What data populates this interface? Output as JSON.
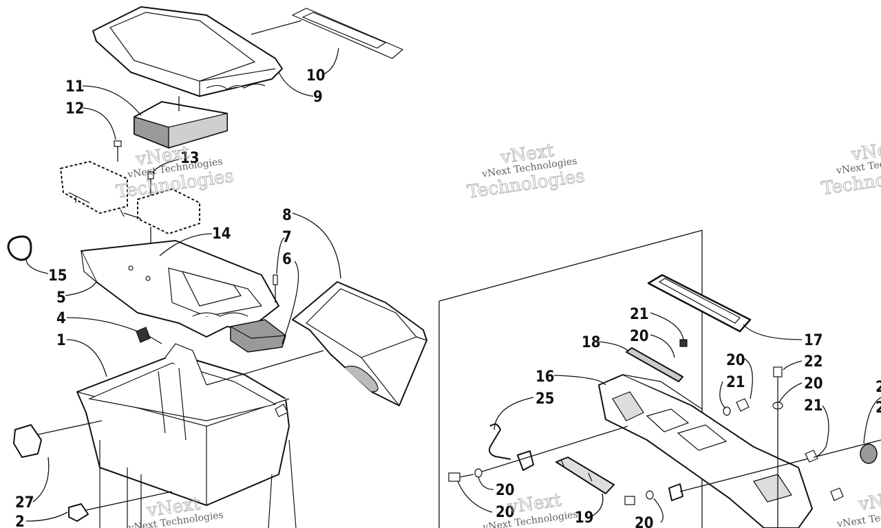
{
  "callouts": [
    {
      "id": "c1",
      "text": "1"
    },
    {
      "id": "c2",
      "text": "2"
    },
    {
      "id": "c4",
      "text": "4"
    },
    {
      "id": "c5",
      "text": "5"
    },
    {
      "id": "c6",
      "text": "6"
    },
    {
      "id": "c7",
      "text": "7"
    },
    {
      "id": "c8",
      "text": "8"
    },
    {
      "id": "c9",
      "text": "9"
    },
    {
      "id": "c10",
      "text": "10"
    },
    {
      "id": "c11",
      "text": "11"
    },
    {
      "id": "c12",
      "text": "12"
    },
    {
      "id": "c13",
      "text": "13"
    },
    {
      "id": "c14",
      "text": "14"
    },
    {
      "id": "c15",
      "text": "15"
    },
    {
      "id": "c16",
      "text": "16"
    },
    {
      "id": "c17",
      "text": "17"
    },
    {
      "id": "c18",
      "text": "18"
    },
    {
      "id": "c19",
      "text": "19"
    },
    {
      "id": "c20a",
      "text": "20"
    },
    {
      "id": "c20b",
      "text": "20"
    },
    {
      "id": "c20c",
      "text": "20"
    },
    {
      "id": "c20d",
      "text": "20"
    },
    {
      "id": "c20e",
      "text": "20"
    },
    {
      "id": "c20f",
      "text": "20"
    },
    {
      "id": "c21a",
      "text": "21"
    },
    {
      "id": "c21b",
      "text": "21"
    },
    {
      "id": "c21c",
      "text": "21"
    },
    {
      "id": "c22",
      "text": "22"
    },
    {
      "id": "c25",
      "text": "25"
    },
    {
      "id": "c27",
      "text": "27"
    },
    {
      "id": "c2r1",
      "text": "2"
    },
    {
      "id": "c2r2",
      "text": "2"
    }
  ],
  "watermark": {
    "line1": "vNext Technologies",
    "line2": "Technologies",
    "line3": "vNext"
  }
}
